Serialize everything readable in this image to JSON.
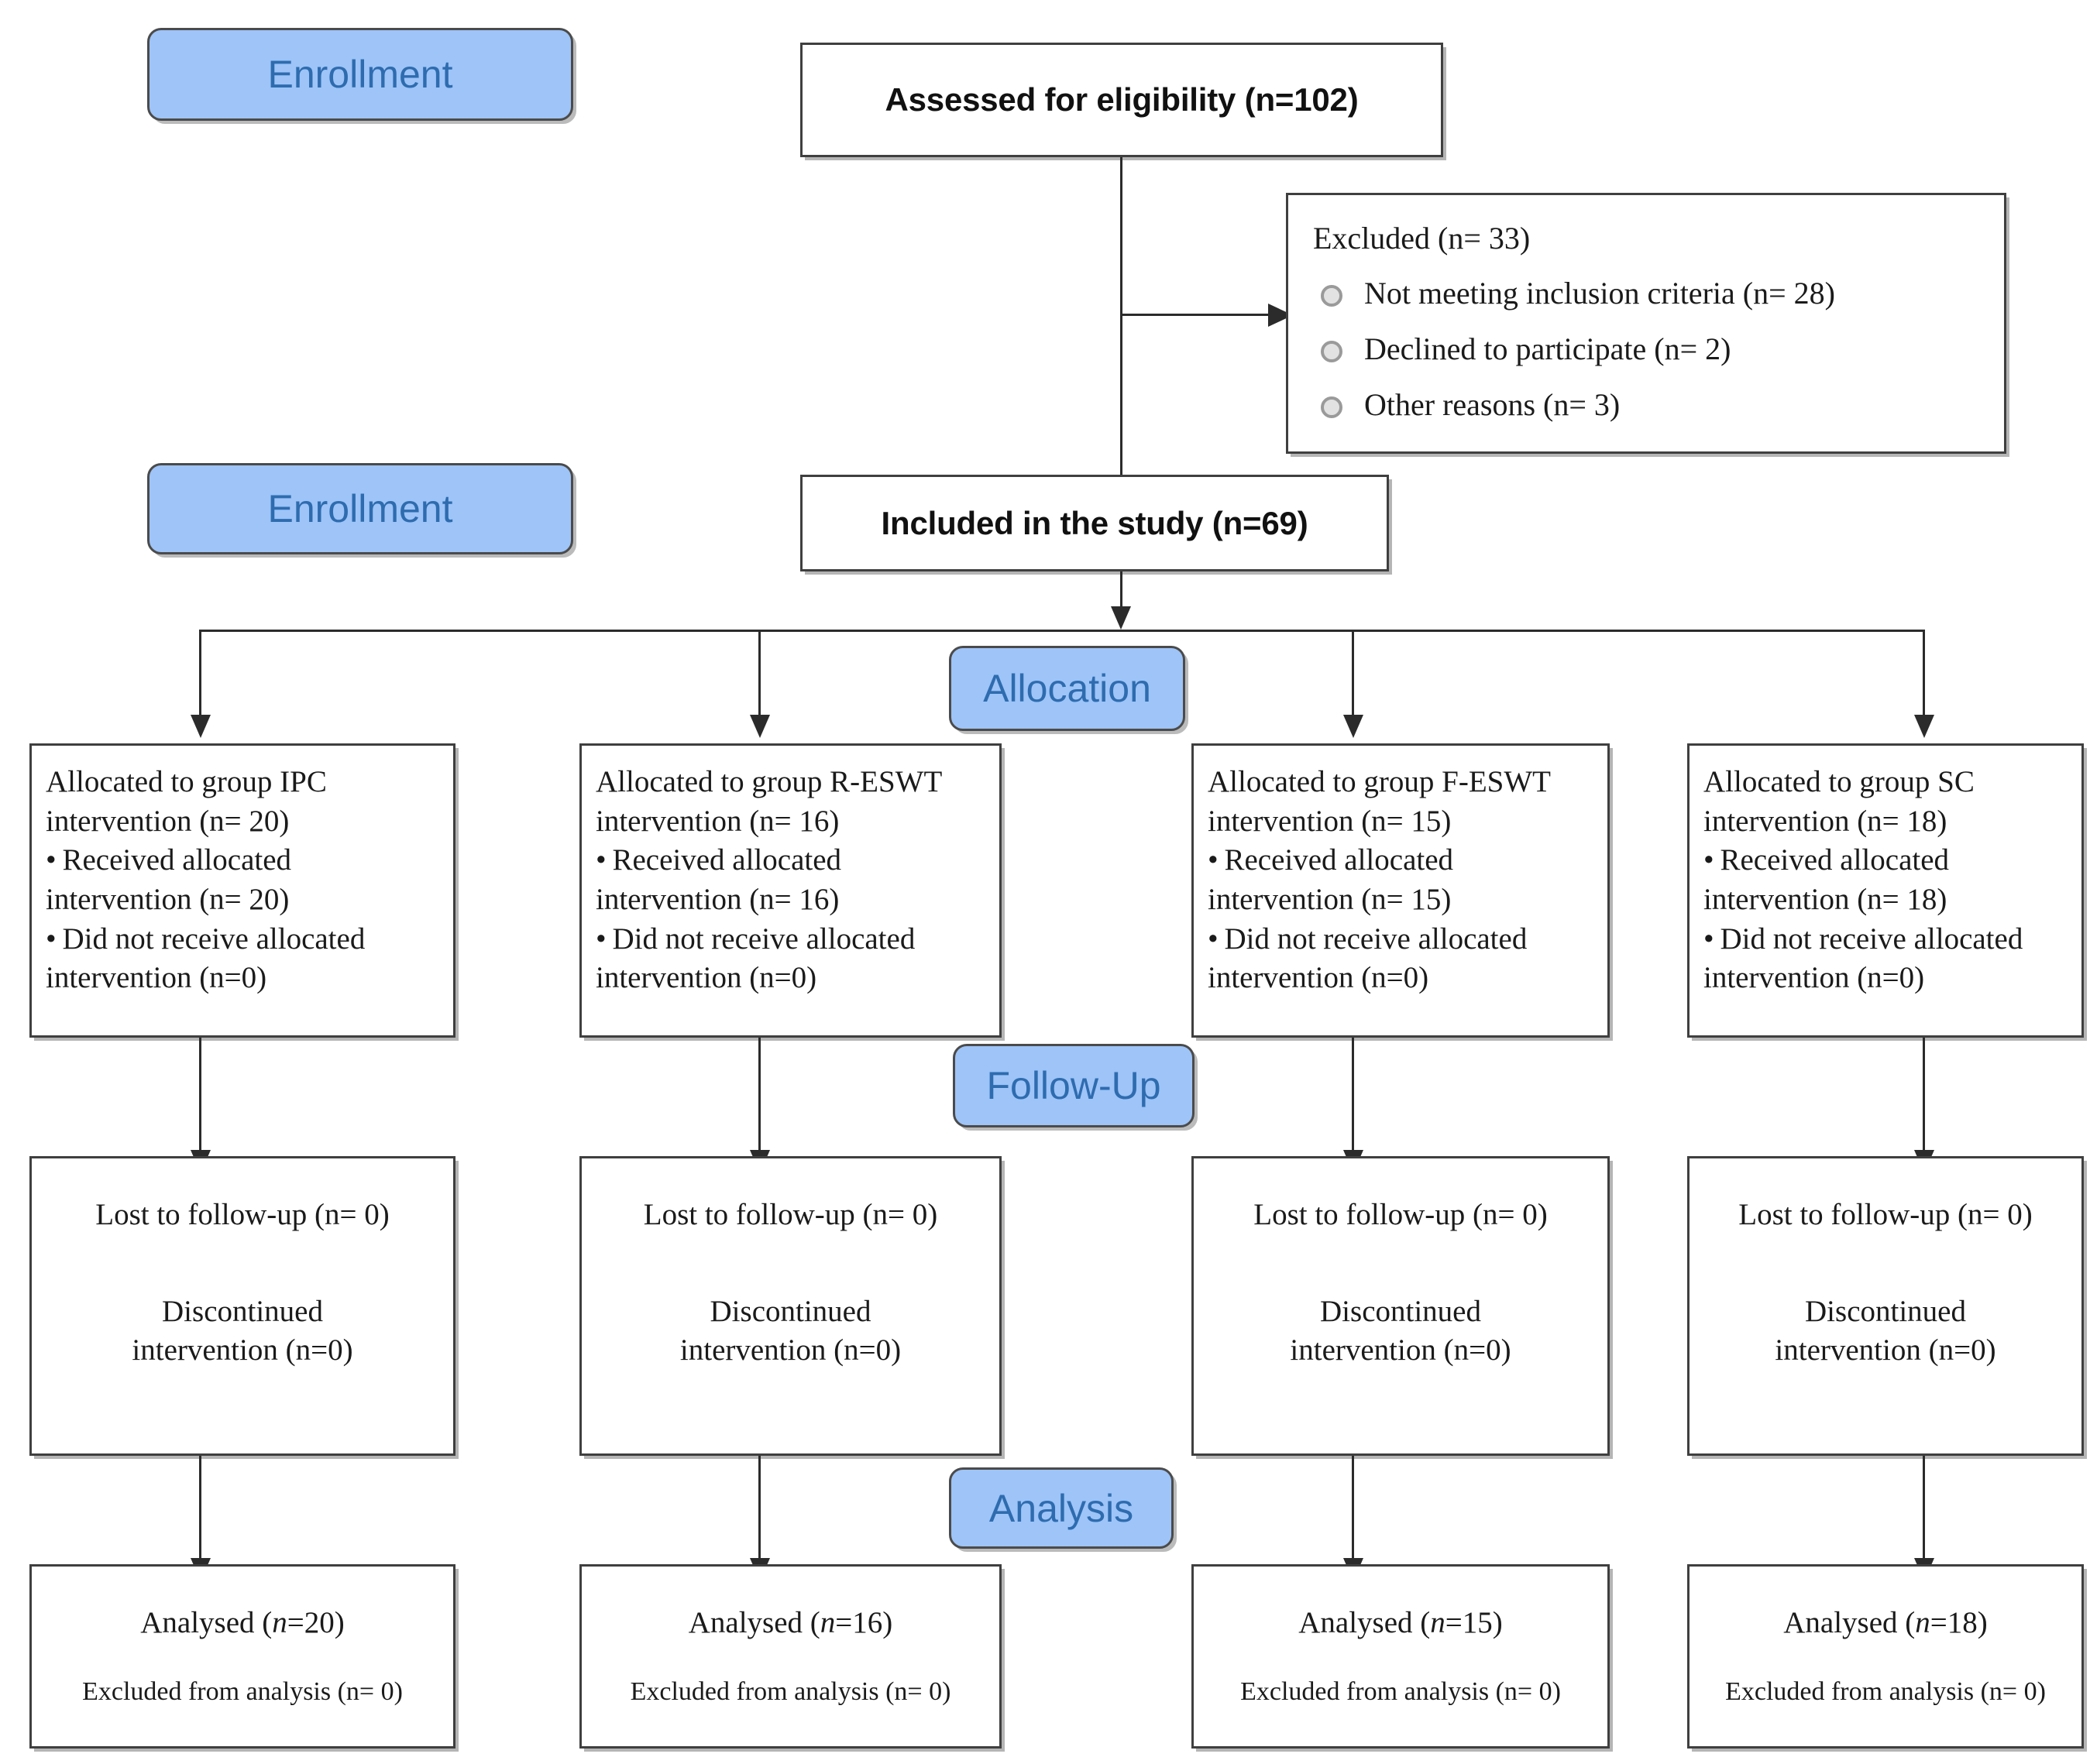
{
  "diagram": {
    "title": "CONSORT participant flow diagram",
    "accent_color": "#9EC4F8",
    "badge_text_color": "#2E6CAF",
    "line_color": "#2b2b2b"
  },
  "stage_badges": [
    {
      "id": "enrollment-top",
      "label": "Enrollment"
    },
    {
      "id": "enrollment-second",
      "label": "Enrollment"
    },
    {
      "id": "allocation",
      "label": "Allocation"
    },
    {
      "id": "follow-up",
      "label": "Follow-Up"
    },
    {
      "id": "analysis",
      "label": "Analysis"
    }
  ],
  "assessed": {
    "label": "Assessed for eligibility  (n=102)",
    "n": 102
  },
  "excluded": {
    "heading": "Excluded  (n= 33)",
    "n": 33,
    "reasons": [
      {
        "label": "Not meeting inclusion criteria (n= 28)",
        "n": 28
      },
      {
        "label": "Declined to participate (n= 2)",
        "n": 2
      },
      {
        "label": "Other reasons (n= 3)",
        "n": 3
      }
    ]
  },
  "included": {
    "label": "Included in the study (n=69)",
    "n": 69
  },
  "allocation_boxes": [
    {
      "group": "IPC",
      "line1": "Allocated to  group IPC",
      "line2": "intervention (n= 20)",
      "bullet1_line1": "Received allocated",
      "bullet1_line2": "intervention (n= 20)",
      "bullet2_line1": "Did not receive allocated",
      "bullet2_line2": "intervention (n=0)",
      "n_allocated": 20,
      "n_received": 20,
      "n_not_received": 0
    },
    {
      "group": "R-ESWT",
      "line1": "Allocated to  group R-ESWT",
      "line2": "intervention (n= 16)",
      "bullet1_line1": "Received allocated",
      "bullet1_line2": "intervention (n= 16)",
      "bullet2_line1": "Did not receive allocated",
      "bullet2_line2": "intervention (n=0)",
      "n_allocated": 16,
      "n_received": 16,
      "n_not_received": 0
    },
    {
      "group": "F-ESWT",
      "line1": "Allocated to  group F-ESWT",
      "line2": "intervention (n= 15)",
      "bullet1_line1": "Received allocated",
      "bullet1_line2": "intervention (n= 15)",
      "bullet2_line1": "Did not receive allocated",
      "bullet2_line2": "intervention (n=0)",
      "n_allocated": 15,
      "n_received": 15,
      "n_not_received": 0
    },
    {
      "group": "SC",
      "line1": "Allocated to  group SC",
      "line2": "intervention (n= 18)",
      "bullet1_line1": "Received allocated",
      "bullet1_line2": "intervention (n= 18)",
      "bullet2_line1": "Did not receive allocated",
      "bullet2_line2": "intervention (n=0)",
      "n_allocated": 18,
      "n_received": 18,
      "n_not_received": 0
    }
  ],
  "followup_boxes": [
    {
      "group": "IPC",
      "lost_label": "Lost to follow-up (n= 0)",
      "disc_line1": "Discontinued",
      "disc_line2": "intervention (n=0)",
      "n_lost": 0,
      "n_discontinued": 0
    },
    {
      "group": "R-ESWT",
      "lost_label": "Lost to follow-up (n= 0)",
      "disc_line1": "Discontinued",
      "disc_line2": "intervention (n=0)",
      "n_lost": 0,
      "n_discontinued": 0
    },
    {
      "group": "F-ESWT",
      "lost_label": "Lost to follow-up (n= 0)",
      "disc_line1": "Discontinued",
      "disc_line2": "intervention (n=0)",
      "n_lost": 0,
      "n_discontinued": 0
    },
    {
      "group": "SC",
      "lost_label": "Lost to follow-up (n= 0)",
      "disc_line1": "Discontinued",
      "disc_line2": "intervention (n=0)",
      "n_lost": 0,
      "n_discontinued": 0
    }
  ],
  "analysis_boxes": [
    {
      "group": "IPC",
      "analysed_prefix": "Analysed (",
      "analysed_n_label": "n",
      "analysed_suffix": "=20)",
      "excluded_label": "Excluded from analysis (n= 0)",
      "n_analysed": 20,
      "n_excluded": 0
    },
    {
      "group": "R-ESWT",
      "analysed_prefix": "Analysed (",
      "analysed_n_label": "n",
      "analysed_suffix": "=16)",
      "excluded_label": "Excluded from analysis (n= 0)",
      "n_analysed": 16,
      "n_excluded": 0
    },
    {
      "group": "F-ESWT",
      "analysed_prefix": "Analysed (",
      "analysed_n_label": "n",
      "analysed_suffix": "=15)",
      "excluded_label": "Excluded from analysis (n= 0)",
      "n_analysed": 15,
      "n_excluded": 0
    },
    {
      "group": "SC",
      "analysed_prefix": "Analysed (",
      "analysed_n_label": "n",
      "analysed_suffix": "=18)",
      "excluded_label": "Excluded from analysis (n= 0)",
      "n_analysed": 18,
      "n_excluded": 0
    }
  ]
}
